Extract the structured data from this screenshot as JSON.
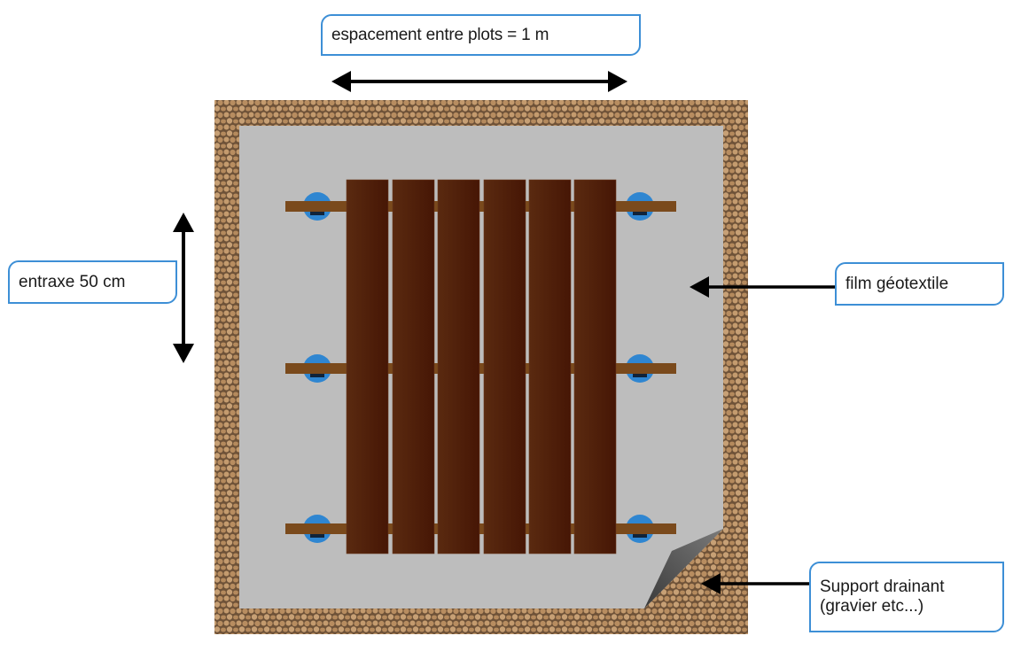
{
  "diagram": {
    "title": "Terrasse sur plots - vue de dessus",
    "labels": {
      "spacing": "espacement entre plots = 1 m",
      "entraxe": "entraxe 50 cm",
      "geotextile": "film géotextile",
      "support_line1": "Support drainant",
      "support_line2": "(gravier etc...)"
    },
    "components": {
      "boards_count": 6,
      "joists_count": 3,
      "pads_count": 6
    },
    "colors": {
      "gravel": "#b98e62",
      "film": "#bdbdbd",
      "board": "#4f1e0b",
      "joist": "#7a4a1c",
      "pad": "#2f86d1",
      "label_border": "#3d8fd6",
      "arrow": "#000000"
    }
  }
}
